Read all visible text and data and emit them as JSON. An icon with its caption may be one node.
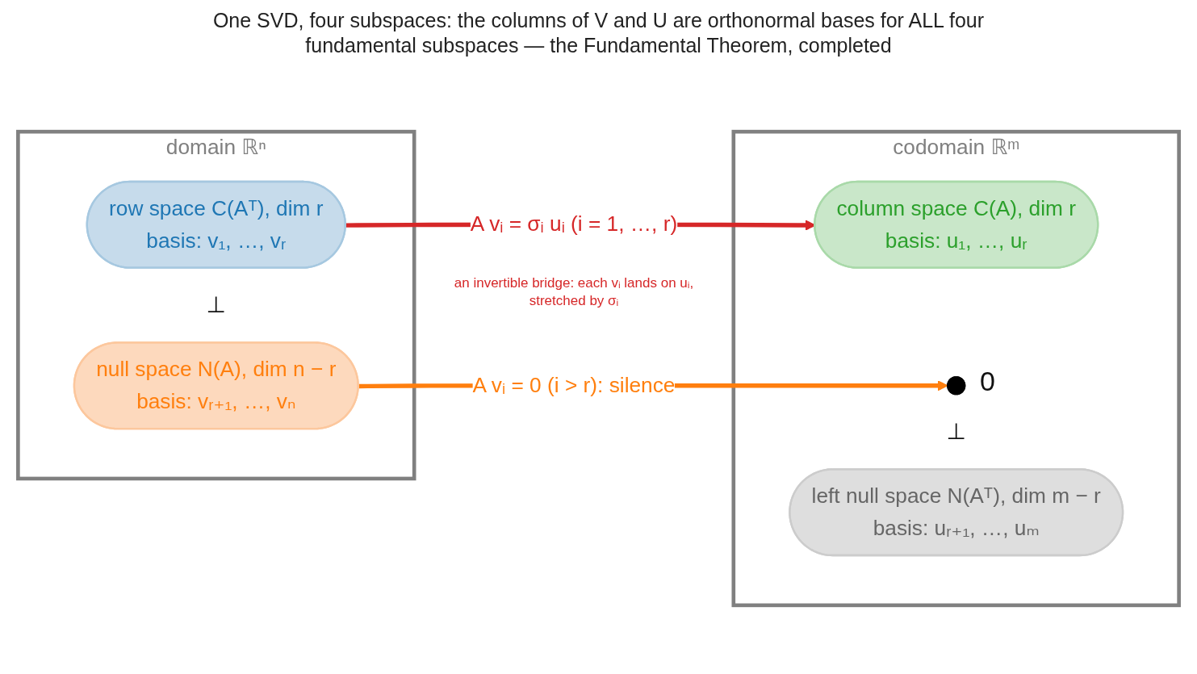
{
  "diagram": {
    "title": "One SVD, four subspaces: the columns of V and U are orthonormal bases for ALL four fundamental subspaces — the Fundamental Theorem, completed",
    "nodes": [
      {
        "text": [
          "domain ℝⁿ"
        ]
      },
      {
        "text": [
          "row space C(Aᵀ), dim r",
          "basis: v₁, …, vᵣ"
        ],
        "in": 0
      },
      {
        "text": [
          "null space N(A), dim n − r",
          "basis: vᵣ₊₁, …, vₙ"
        ],
        "in": 0
      },
      {
        "text": [
          "codomain ℝᵐ"
        ]
      },
      {
        "text": [
          "column space C(A), dim r",
          "basis: u₁, …, uᵣ"
        ],
        "in": 3
      },
      {
        "text": [],
        "shape": "circle",
        "beside": [
          "0"
        ],
        "in": 3
      },
      {
        "text": [
          "left null space N(Aᵀ), dim m − r",
          "basis: uᵣ₊₁, …, uₘ"
        ],
        "in": 3
      }
    ],
    "edges": [
      {
        "from": 1,
        "to": 4,
        "arrow": "to",
        "label": "A vᵢ = σᵢ uᵢ (i = 1, …, r)",
        "color": "#d62728"
      },
      {
        "from": 2,
        "to": 5,
        "arrow": "to",
        "label": "A vᵢ = 0 (i > r): silence",
        "color": "#ff7f0e"
      }
    ],
    "labels": [
      "an invertible bridge: each vᵢ lands on uᵢ, stretched by σᵢ",
      "⊥",
      "⊥"
    ]
  }
}
